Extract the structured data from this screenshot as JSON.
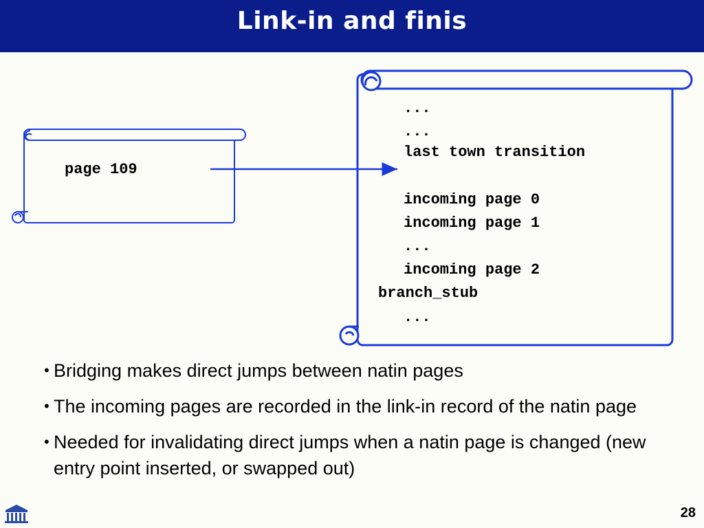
{
  "slide": {
    "title": "Link-in and finis",
    "page_number": "28"
  },
  "left_scroll": {
    "text": "page 109"
  },
  "right_scroll": {
    "lines": [
      "...",
      "...",
      "last town transition",
      "incoming page 0",
      "incoming page 1",
      "...",
      "incoming page 2",
      "branch_stub",
      "..."
    ]
  },
  "bullets": [
    "Bridging makes direct jumps between natin pages",
    "The incoming pages are recorded in the link-in record of the natin page",
    "Needed for invalidating direct jumps when a natin page is changed (new entry point inserted, or swapped out)"
  ],
  "colors": {
    "title_bg": "#0a1d8a",
    "scroll_stroke": "#1a3ad8",
    "arrow": "#1a3ad8"
  }
}
